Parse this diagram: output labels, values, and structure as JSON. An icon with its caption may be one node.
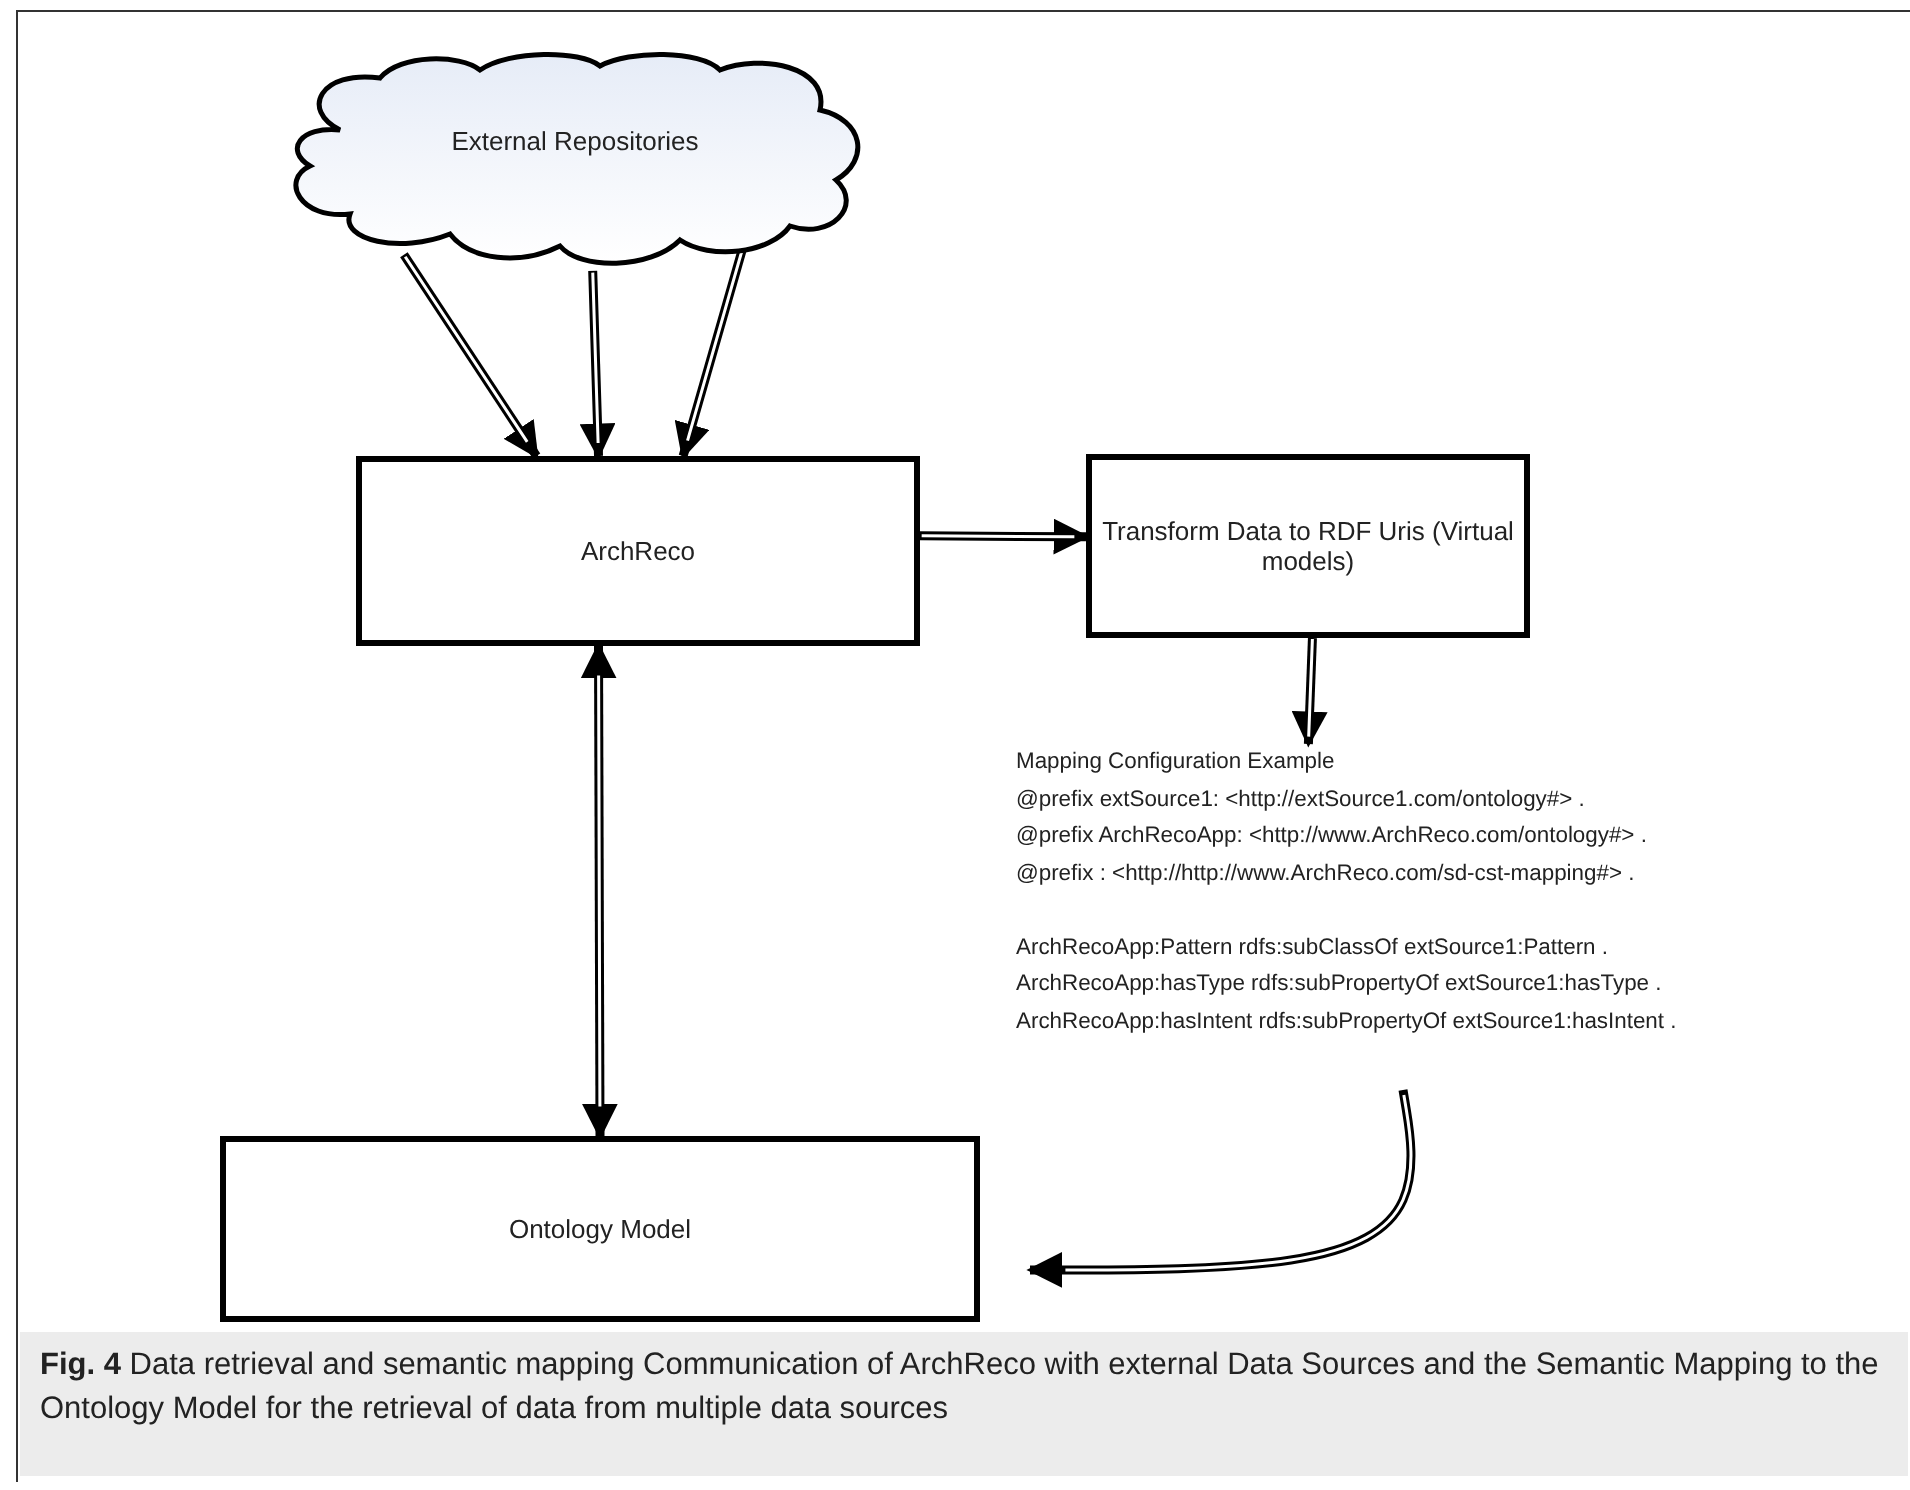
{
  "diagram": {
    "caption": "**Fig. 4** Data retrieval and semantic mapping Communication of ArchReco with external Data Sources and the Semantic Mapping to the Ontology Model for the retrieval of data from multiple data sources",
    "nodes": [
      {
        "text": [
          "External Repositories"
        ]
      },
      {
        "text": [
          "ArchReco"
        ]
      },
      {
        "text": [
          "Transform Data to RDF Uris (Virtual models)"
        ]
      },
      {
        "text": [
          "Mapping Configuration Example",
          "@prefix extSource1: <http://extSource1.com/ontology#> .",
          "@prefix ArchRecoApp: <http://www.ArchReco.com/ontology#> .",
          "@prefix : <http://http://www.ArchReco.com/sd-cst-mapping#> .",
          "ArchRecoApp:Pattern rdfs:subClassOf extSource1:Pattern .",
          "ArchRecoApp:hasType rdfs:subPropertyOf extSource1:hasType .",
          "ArchRecoApp:hasIntent rdfs:subPropertyOf extSource1:hasIntent ."
        ]
      },
      {
        "text": [
          "Ontology Model"
        ]
      }
    ],
    "edges": [
      {
        "from": 0,
        "to": 1,
        "arrow": "to"
      },
      {
        "from": 0,
        "to": 1,
        "arrow": "to"
      },
      {
        "from": 0,
        "to": 1,
        "arrow": "to"
      },
      {
        "from": 1,
        "to": 2,
        "arrow": "to"
      },
      {
        "from": 2,
        "to": 3,
        "arrow": "to"
      },
      {
        "from": 1,
        "to": 4,
        "arrow": "both"
      },
      {
        "from": 3,
        "to": 4,
        "arrow": "to"
      }
    ]
  }
}
